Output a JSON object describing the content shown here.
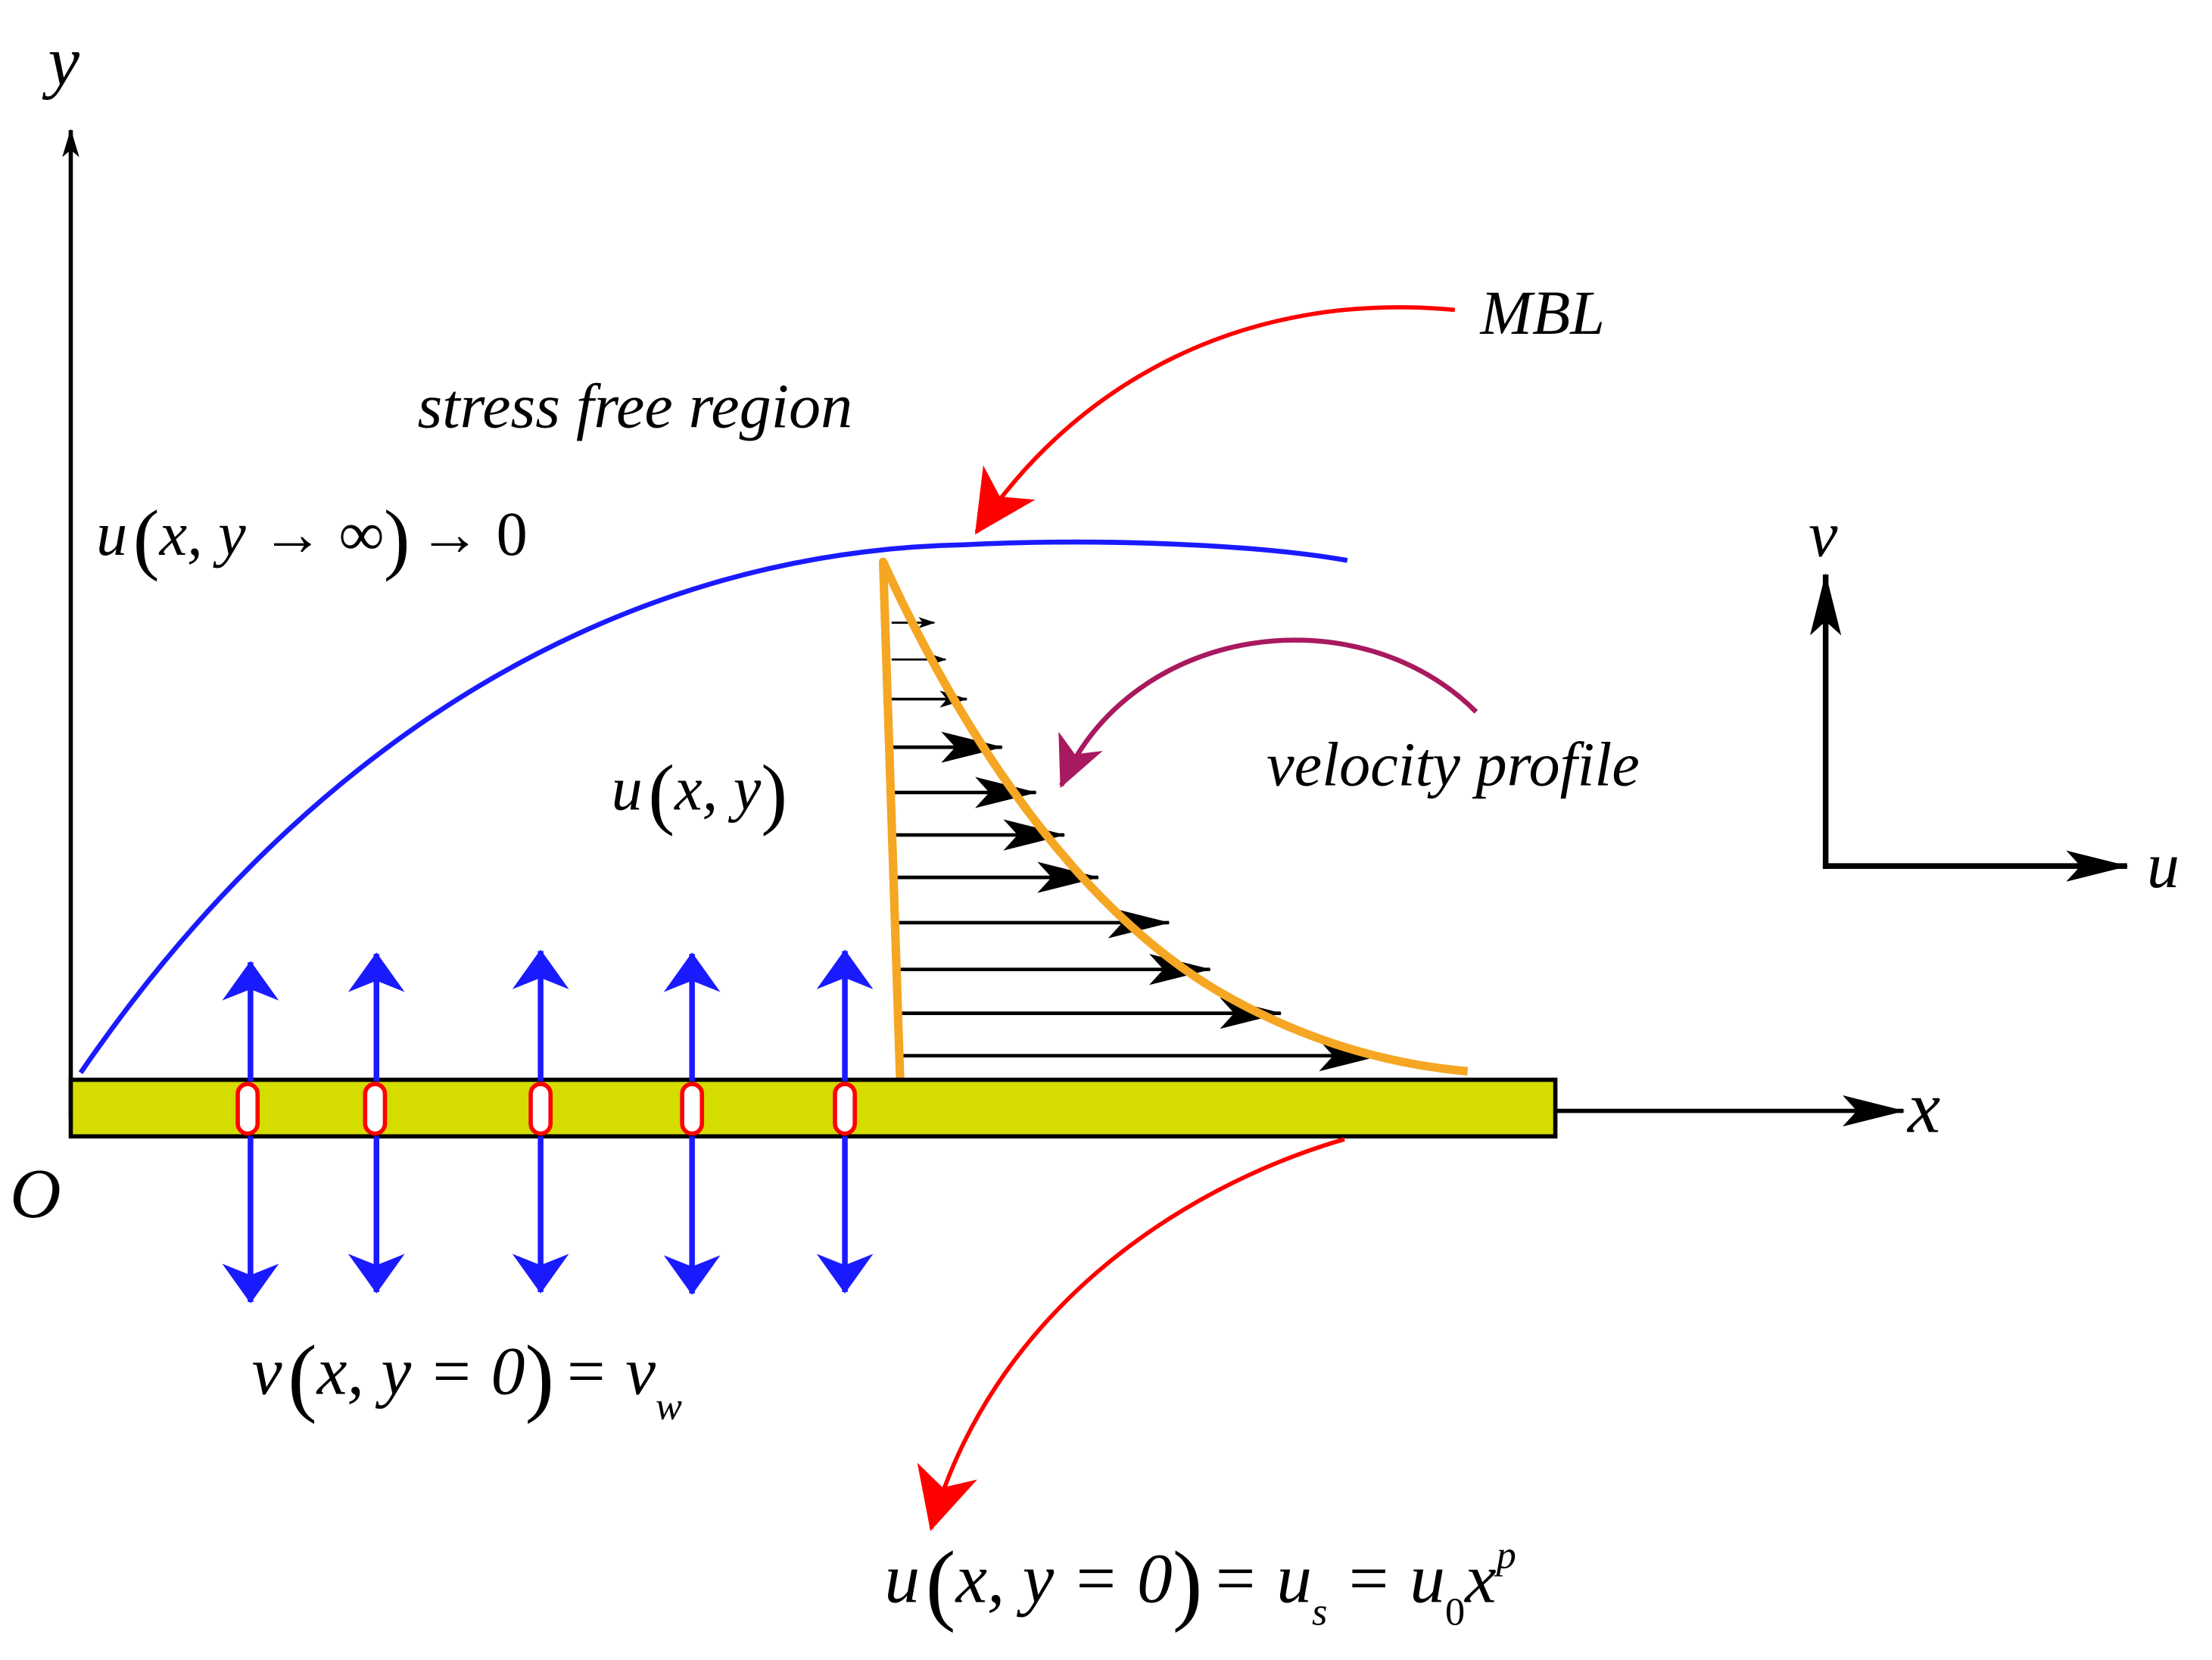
{
  "axes": {
    "x": "x",
    "y": "y",
    "origin": "O"
  },
  "uv_axes": {
    "u": "u",
    "v": "v"
  },
  "labels": {
    "mbl": "MBL",
    "stress_free": "stress free region",
    "velocity_profile": "velocity profile"
  },
  "equations": {
    "far_field": {
      "u": "u",
      "lp": "(",
      "args": "x, y → ∞",
      "rp": ")",
      "rhs": "→ 0"
    },
    "profile": {
      "u": "u",
      "lp": "(",
      "args": "x, y",
      "rp": ")"
    },
    "suction": {
      "v": "v",
      "lp": "(",
      "args": "x, y = 0",
      "rp": ")",
      "eq": "= v",
      "sub": "w"
    },
    "slip": {
      "u": "u",
      "lp": "(",
      "args": "x, y = 0",
      "rp": ")",
      "eq1": "= u",
      "sub1": "s",
      "eq2": "= u",
      "sub2": "0",
      "x": "x",
      "sup": "p"
    }
  },
  "colors": {
    "mbl_curve": "#1a1aff",
    "profile_curve": "#f5a623",
    "plate": "#d4dc00",
    "slots": "#ff0000",
    "red_arrow": "#ff0000",
    "purple_arrow": "#a8195f",
    "suction_arrows": "#1a1aff"
  }
}
